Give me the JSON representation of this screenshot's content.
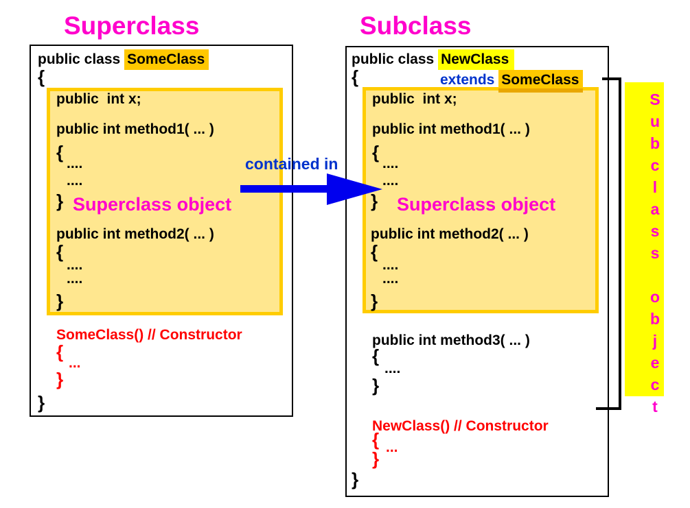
{
  "titles": {
    "left": "Superclass",
    "right": "Subclass"
  },
  "arrow": {
    "label": "contained in"
  },
  "side_label": {
    "text": "Subclass object"
  },
  "colors": {
    "magenta": "#FF00CC",
    "blue_text": "#0033CC",
    "arrow_blue": "#0000EE",
    "red": "#FF0000",
    "gold_highlight": "#FFC800",
    "gold_shadow": "#E9A700",
    "yellow_highlight": "#FFFF00",
    "inner_box_fill": "#FFE78F",
    "inner_box_border": "#FFCC00"
  },
  "left": {
    "class_prefix": "public class ",
    "class_name": "SomeClass",
    "brace_open": "{",
    "brace_close": "}",
    "field": "public  int x;",
    "method1_sig": "public int method1( ... )",
    "method2_sig": "public int method2( ... )",
    "dots4": "....",
    "dots3": "...",
    "object_label": "Superclass object",
    "ctor_sig": "SomeClass() // Constructor"
  },
  "right": {
    "class_prefix": "public class ",
    "class_name": "NewClass",
    "extends_keyword": "extends",
    "extends_class": "SomeClass",
    "brace_open": "{",
    "brace_close": "}",
    "field": "public  int x;",
    "method1_sig": "public int method1( ... )",
    "method2_sig": "public int method2( ... )",
    "method3_sig": "public int method3( ... )",
    "dots4": "....",
    "dots3": "...",
    "object_label": "Superclass object",
    "ctor_sig": "NewClass() // Constructor"
  }
}
